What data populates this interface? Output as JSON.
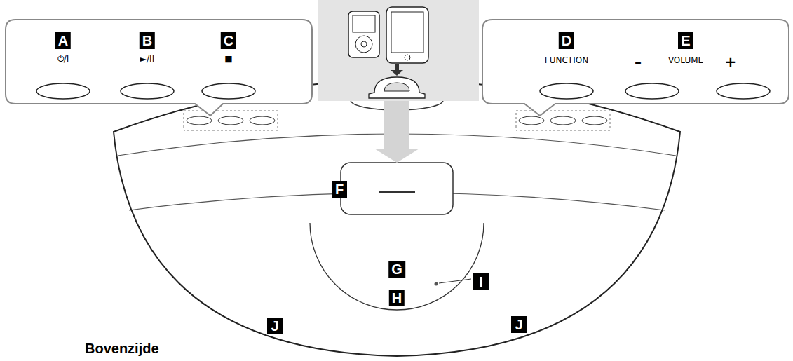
{
  "diagram": {
    "nodes": [
      {
        "text": [
          "A",
          "⏻/I",
          "B",
          "►/II",
          "C",
          "■"
        ]
      },
      {
        "text": [
          "D",
          "FUNCTION",
          "E",
          "–",
          "VOLUME",
          "+"
        ]
      }
    ],
    "labels": [
      "F",
      "G",
      "H",
      "I",
      "J",
      "J",
      "Bovenzijde"
    ]
  }
}
